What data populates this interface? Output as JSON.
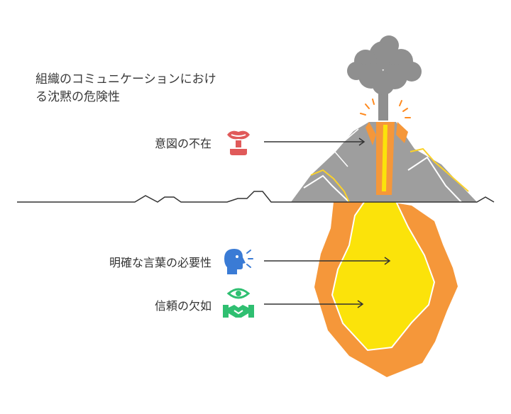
{
  "title": {
    "line1": "組織のコミュニケーションにおけ",
    "line2": "る沈黙の危険性"
  },
  "items": [
    {
      "label": "意図の不在",
      "icon": "silenced-mouth-icon",
      "color": "#e05a5a"
    },
    {
      "label": "明確な言葉の必要性",
      "icon": "speaking-head-icon",
      "color": "#3a7bd5"
    },
    {
      "label": "信頼の欠如",
      "icon": "handshake-eye-icon",
      "color": "#2fbf71"
    }
  ],
  "colors": {
    "ground_line": "#333333",
    "mountain": "#9e9e9e",
    "smoke": "#8f8f8f",
    "lava_outer": "#f5973a",
    "lava_inner": "#fbe30a",
    "lava_accent": "#ff8a1f"
  }
}
